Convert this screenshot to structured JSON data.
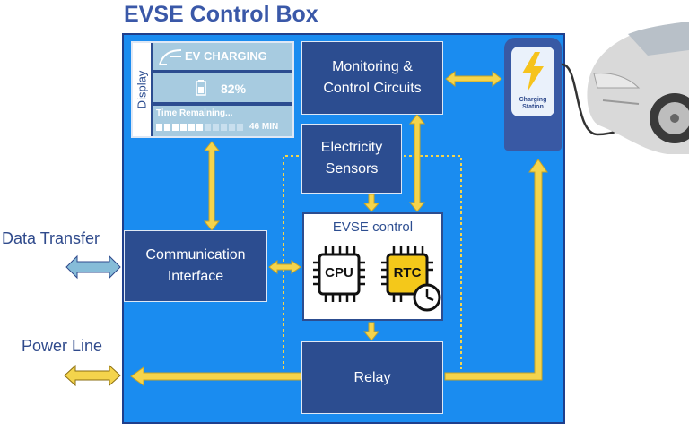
{
  "title": "EVSE Control Box",
  "display": {
    "side_label": "Display",
    "status": "EV CHARGING",
    "battery_percent": "82%",
    "time_label": "Time Remaining...",
    "time_value": "46 MIN",
    "progress_fraction": 0.55
  },
  "blocks": {
    "monitoring": [
      "Monitoring &",
      "Control Circuits"
    ],
    "sensors": [
      "Electricity",
      "Sensors"
    ],
    "communication": [
      "Communication",
      "Interface"
    ],
    "relay": "Relay",
    "evse_control": "EVSE control",
    "cpu": "CPU",
    "rtc": "RTC"
  },
  "side_labels": {
    "data_transfer": "Data Transfer",
    "power_line": "Power Line"
  },
  "station": {
    "label": [
      "Charging",
      "Station"
    ]
  },
  "colors": {
    "box_fill": "#1a8cf0",
    "block_fill": "#2c4d90",
    "arrow_yellow": "#f4d44c",
    "arrow_blue": "#86bcd8",
    "title": "#3a58a8",
    "rtc_chip": "#f4c81a"
  },
  "icons": [
    "plug-icon",
    "battery-icon",
    "cpu-chip-icon",
    "rtc-chip-icon",
    "clock-icon",
    "lightning-icon",
    "car-icon"
  ]
}
